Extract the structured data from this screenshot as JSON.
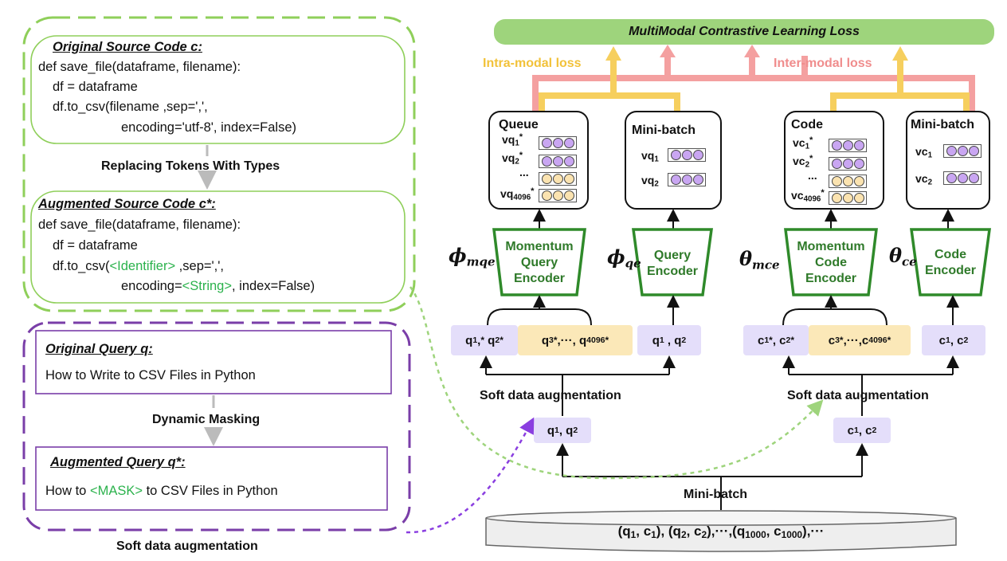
{
  "code_panel": {
    "original_title": "Original Source Code c:",
    "original_lines": [
      "def save_file(dataframe, filename):",
      "df = dataframe",
      "df.to_csv(filename ,sep=',',",
      "encoding='utf-8',  index=False)"
    ],
    "transform_label": "Replacing Tokens With Types",
    "augmented_title": "Augmented Source Code c*:",
    "augmented_line1": "def save_file(dataframe, filename):",
    "augmented_line2": "df = dataframe",
    "aug_line3_pre": "df.to_csv(",
    "aug_line3_token": "<Identifier>",
    "aug_line3_post": " ,sep=',',",
    "aug_line4_pre": "encoding=",
    "aug_line4_token": "<String>",
    "aug_line4_post": ", index=False)"
  },
  "query_panel": {
    "original_title": "Original Query q:",
    "original_text": "How to Write to CSV Files in Python",
    "transform_label": "Dynamic Masking",
    "augmented_title": "Augmented Query q*:",
    "aug_pre": "How to ",
    "aug_token": "<MASK>",
    "aug_post": "  to CSV Files in Python",
    "footer": "Soft data augmentation"
  },
  "loss": {
    "title": "MultiModal Contrastive Learning Loss",
    "intra": "Intra-modal loss",
    "inter": "Inter-modal loss"
  },
  "banks": {
    "queue": "Queue",
    "minibatch": "Mini-batch",
    "code": "Code",
    "ellipsis": "..."
  },
  "encoders": {
    "momentum_query": [
      "Momentum",
      "Query",
      "Encoder"
    ],
    "query": [
      "Query",
      "Encoder"
    ],
    "momentum_code": [
      "Momentum",
      "Code",
      "Encoder"
    ],
    "code": [
      "Code",
      "Encoder"
    ]
  },
  "augmentation_label": "Soft data augmentation",
  "minibatch_label": "Mini-batch",
  "colors": {
    "green": "#6fb44a",
    "purple": "#7a3ea8",
    "loss_bg": "#9ed47c",
    "intra": "#f5c84a",
    "inter": "#f08d8d",
    "chip_purple": "#e4defa",
    "chip_yellow": "#fbe8b8"
  }
}
